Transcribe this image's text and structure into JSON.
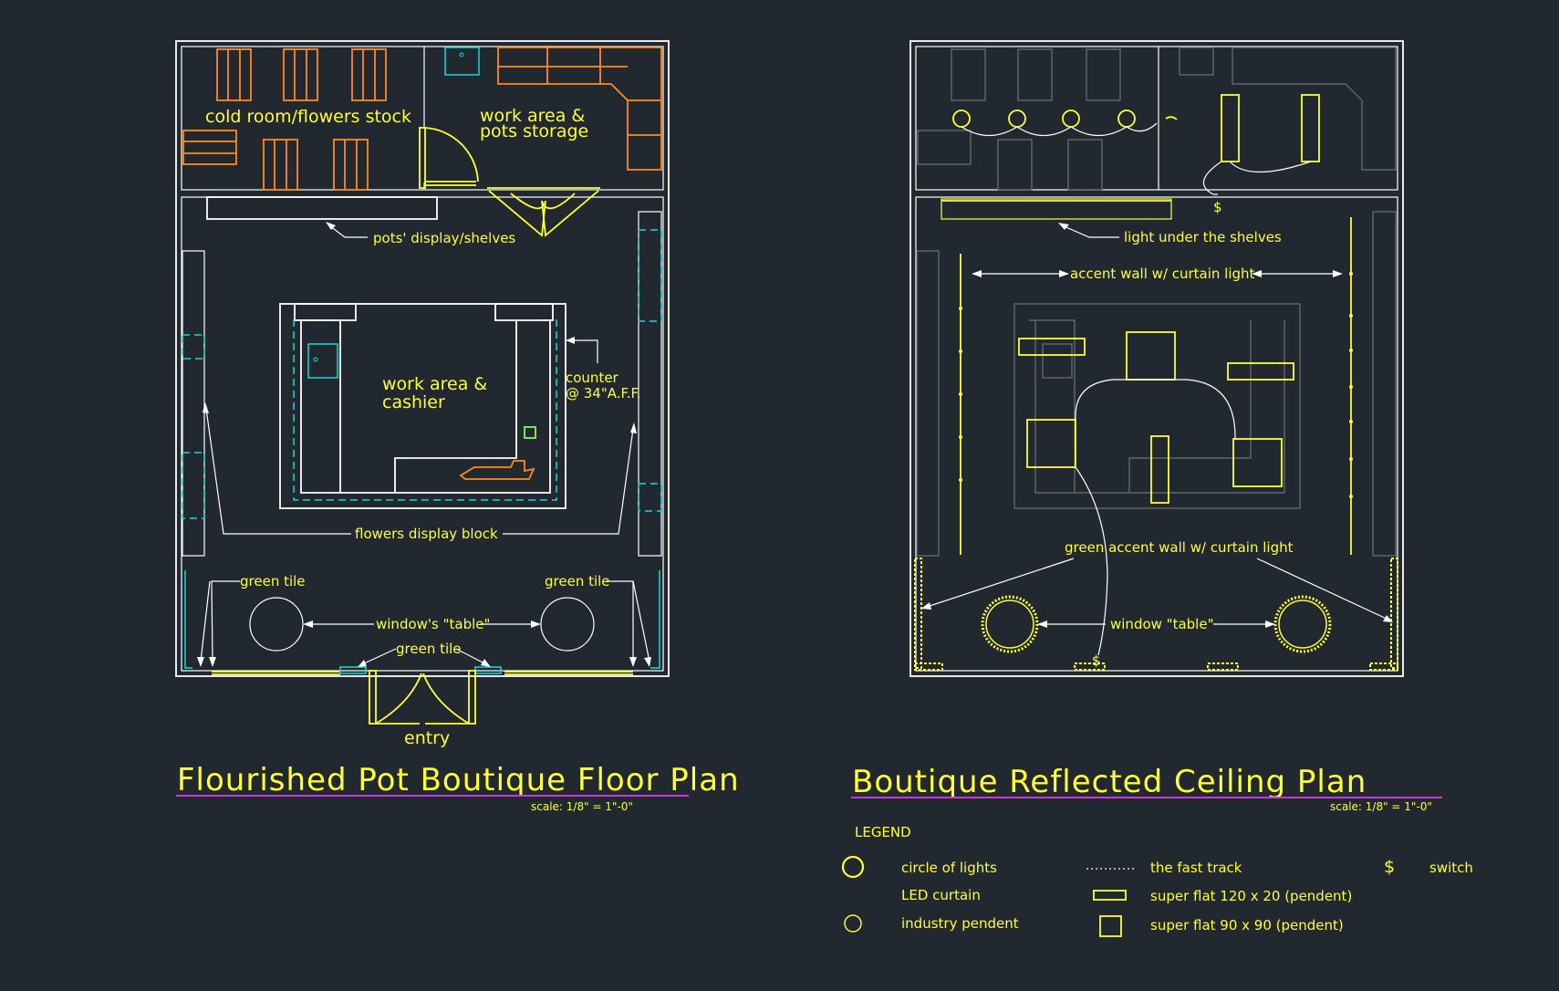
{
  "floor_plan": {
    "title": "Flourished Pot Boutique Floor Plan",
    "scale": "scale: 1/8\" = 1\"-0\"",
    "rooms": {
      "cold_room": "cold room/flowers stock",
      "work_area_line1": "work area &",
      "work_area_line2": "pots storage",
      "cashier_line1": "work area &",
      "cashier_line2": "cashier"
    },
    "labels": {
      "pots_display": "pots' display/shelves",
      "counter_line1": "counter",
      "counter_line2": "@ 34\"A.F.F.",
      "flowers_block": "flowers display block",
      "green_tile_left": "green tile",
      "green_tile_right": "green tile",
      "green_tile_center": "green tile",
      "window_table": "window's \"table\"",
      "entry": "entry"
    }
  },
  "ceiling_plan": {
    "title": "Boutique Reflected Ceiling Plan",
    "scale": "scale: 1/8\" = 1\"-0\"",
    "labels": {
      "light_shelves": "light under the shelves",
      "accent_wall": "accent wall w/ curtain light",
      "green_accent": "green accent wall w/ curtain light",
      "window_table": "window \"table\"",
      "switch_symbol": "$"
    }
  },
  "legend": {
    "title": "LEGEND",
    "items": {
      "circle_lights": "circle of lights",
      "led_curtain": "LED curtain",
      "industry_pendent": "industry pendent",
      "fast_track": "the fast track",
      "super_flat_120": "super flat 120 x 20 (pendent)",
      "super_flat_90": "super flat 90 x 90 (pendent)",
      "switch_symbol": "$",
      "switch": "switch"
    }
  },
  "colors": {
    "background": "#212830",
    "walls": "#ffffff",
    "text": "#ffff33",
    "furniture": "#ff8a1f",
    "tile": "#19d9d9",
    "title_underline": "#c43bd6"
  }
}
